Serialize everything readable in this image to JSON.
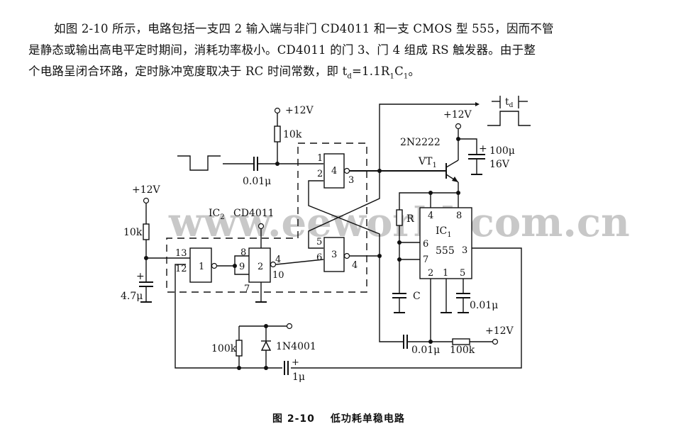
{
  "paragraph": {
    "line1": "如图 2-10 所示，电路包括一支四 2 输入端与非门 CD4011 和一支 CMOS 型 555，因而不管",
    "line2": "是静态或输出高电平定时期间，消耗功率极小。CD4011 的门 3、门 4 组成 RS 触发器。由于整",
    "line3": "个电路呈闭合环路，定时脉冲宽度取决于 RC 时间常数，即 t",
    "line3_sub": "d",
    "line3_eq": "=1.1R",
    "line3_sub2": "1",
    "line3_c": "C",
    "line3_sub3": "1",
    "line3_end": "。"
  },
  "watermark": "www.eeworld.com.cn",
  "labels": {
    "vcc_top": "+12V",
    "r_top": "10k",
    "c_input": "0.01μ",
    "vcc_left": "+12V",
    "r_left": "10k",
    "c_left": "4.7μ",
    "c_left_plus": "+",
    "ic2": "IC",
    "ic2_sub": "2",
    "ic2_part": "CD4011",
    "transistor_part": "2N2222",
    "transistor": "VT",
    "transistor_sub": "1",
    "vcc_right": "+12V",
    "c_supply": "100μ",
    "c_supply_v": "16V",
    "c_supply_plus": "+",
    "r_timing": "R",
    "c_timing": "C",
    "ic1": "IC",
    "ic1_sub": "1",
    "ic1_part": "555",
    "c_ctrl": "0.01μ",
    "c_trigger": "0.01μ",
    "r_trigger": "100k",
    "vcc_bottom": "+12V",
    "r_feedback": "100k",
    "diode": "1N4001",
    "c_feedback": "1μ",
    "c_feedback_plus": "+",
    "td": "t",
    "td_sub": "d"
  },
  "gates": {
    "g1": {
      "num": "1",
      "pins": [
        "13",
        "12"
      ]
    },
    "g2": {
      "num": "2",
      "pins": [
        "8",
        "9",
        "4",
        "10",
        "7"
      ]
    },
    "g3": {
      "num": "3",
      "pins": [
        "5",
        "6",
        "4"
      ]
    },
    "g4": {
      "num": "4",
      "pins": [
        "1",
        "2",
        "3"
      ]
    }
  },
  "ic1_pins": [
    "4",
    "8",
    "6",
    "7",
    "3",
    "2",
    "1",
    "5"
  ],
  "caption": {
    "figure": "图 2-10",
    "title": "低功耗单稳电路"
  }
}
